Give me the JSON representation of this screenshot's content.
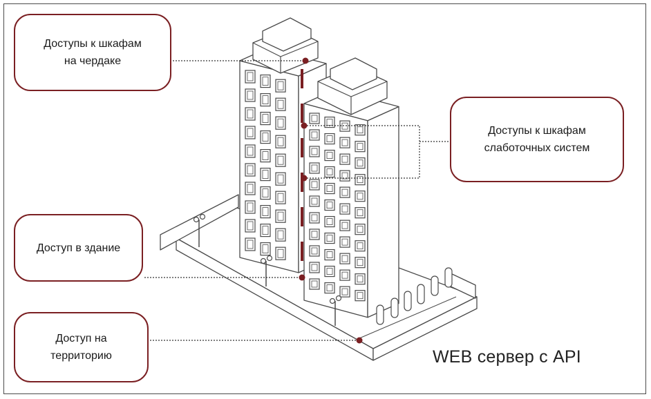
{
  "callouts": {
    "attic": "Доступы к шкафам\nна чердаке",
    "low_current": "Доступы к шкафам\nслаботочных систем",
    "building": "Доступ в здание",
    "territory": "Доступ на\nтерриторию"
  },
  "caption": "WEB сервер с API",
  "colors": {
    "accent": "#7a1f22",
    "line": "#4a4a4a",
    "fill": "#ffffff"
  }
}
